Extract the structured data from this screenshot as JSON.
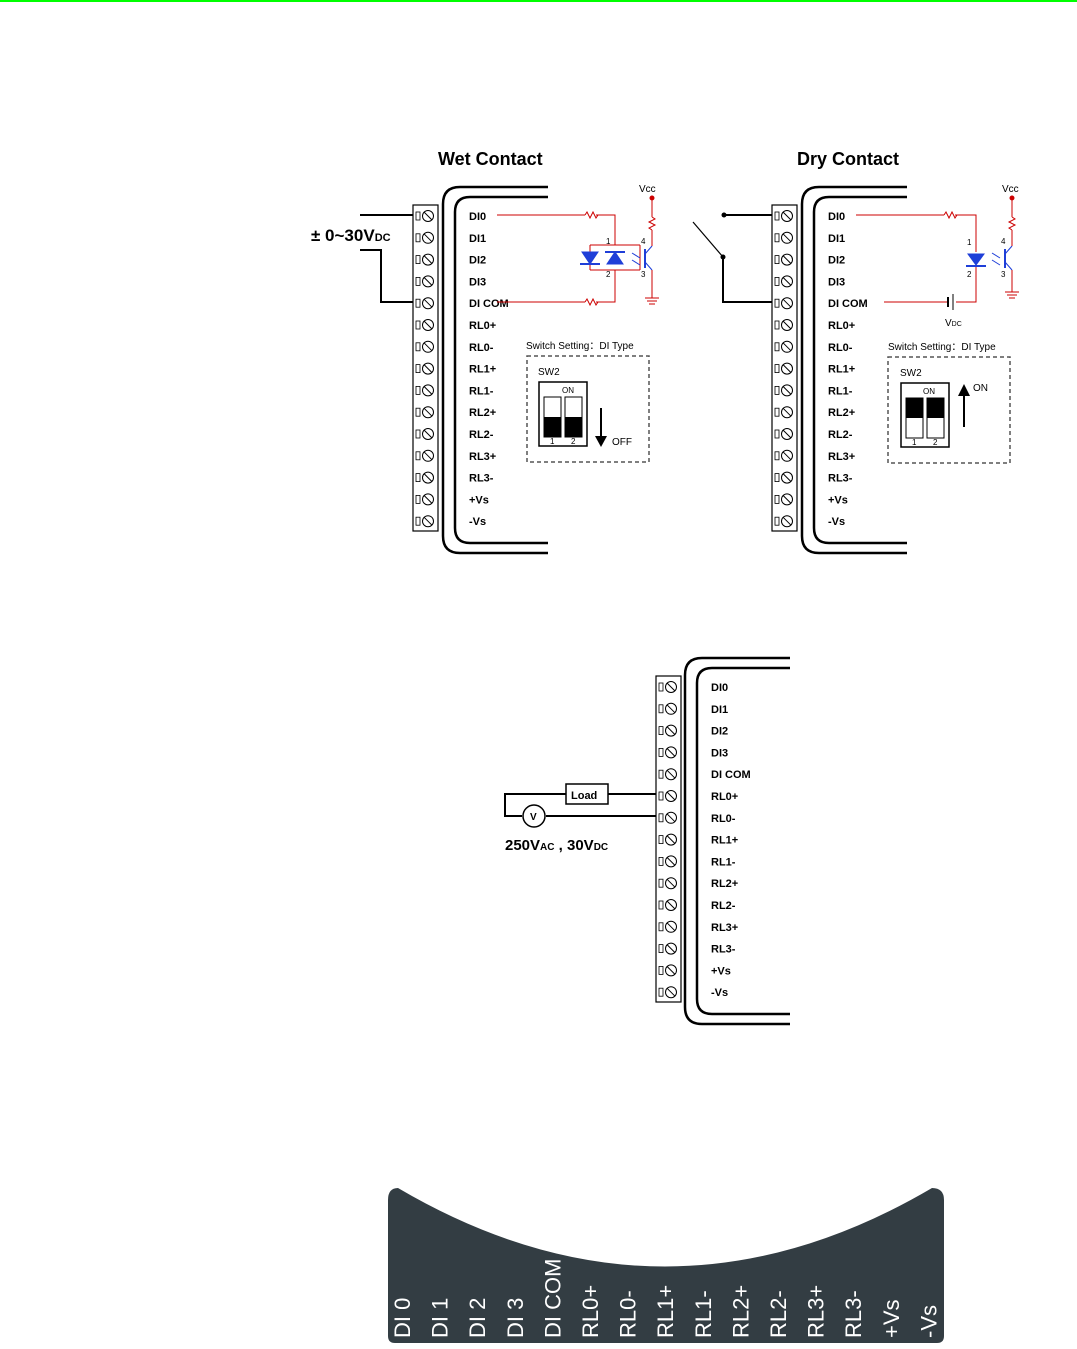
{
  "wet": {
    "title": "Wet Contact",
    "voltage_main": "± 0~30V",
    "voltage_sub": "DC",
    "vcc": "Vcc",
    "switch_setting": "Switch Setting：DI Type",
    "sw": "SW2",
    "on": "ON",
    "sw1": "1",
    "sw2": "2",
    "dir": "OFF",
    "opto_pins": [
      "1",
      "2",
      "3",
      "4"
    ]
  },
  "dry": {
    "title": "Dry Contact",
    "vcc": "Vcc",
    "vdc": "V",
    "vdc_sub": "DC",
    "switch_setting": "Switch Setting：DI Type",
    "sw": "SW2",
    "on": "ON",
    "sw1": "1",
    "sw2": "2",
    "dir": "ON",
    "opto_pins": [
      "1",
      "2",
      "3",
      "4"
    ]
  },
  "relay": {
    "load": "Load",
    "meter": "V",
    "rating_a": "250V",
    "rating_a_sub": "AC",
    "rating_sep": " , 30V",
    "rating_b_sub": "DC"
  },
  "terminal_pins": [
    "DI0",
    "DI1",
    "DI2",
    "DI3",
    "DI COM",
    "RL0+",
    "RL0-",
    "RL1+",
    "RL1-",
    "RL2+",
    "RL2-",
    "RL3+",
    "RL3-",
    "+Vs",
    "-Vs"
  ],
  "bottom_labels": [
    "DI 0",
    "DI 1",
    "DI 2",
    "DI 3",
    "DI COM",
    "RL0+",
    "RL0-",
    "RL1+",
    "RL1-",
    "RL2+",
    "RL2-",
    "RL3+",
    "RL3-",
    "+Vs",
    "-Vs"
  ],
  "colors": {
    "top_line": "#00ff00",
    "wire_red": "#cc0000",
    "led_blue": "#1f3fd8",
    "panel_dark": "#333d43"
  }
}
